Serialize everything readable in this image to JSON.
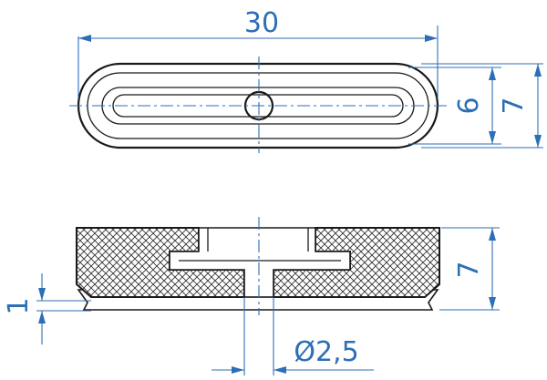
{
  "dimensions": {
    "length": "30",
    "inner_width": "6",
    "outer_width": "7",
    "height": "7",
    "lip": "1",
    "bore": "Ø2,5"
  },
  "colors": {
    "dimension_lines": "#2d6fb6",
    "outlines": "#1a1a1a",
    "background": "#ffffff"
  }
}
